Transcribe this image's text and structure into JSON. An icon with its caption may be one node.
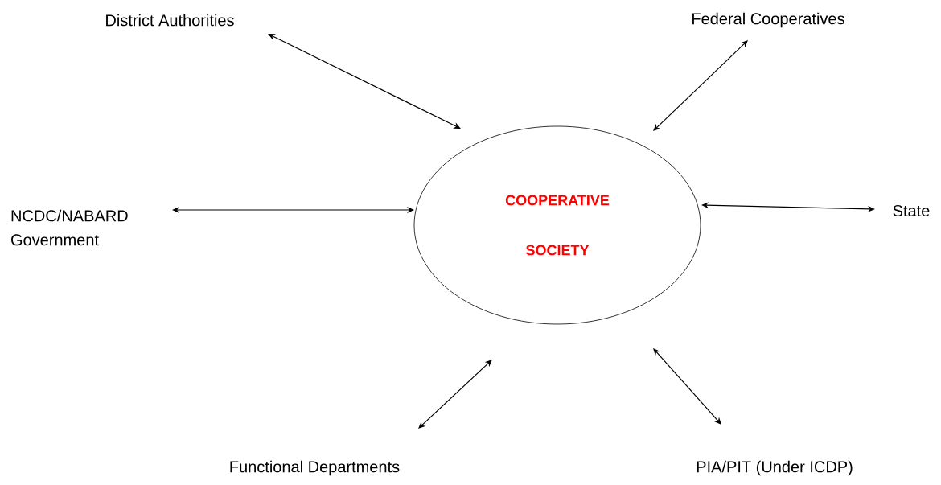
{
  "diagram": {
    "nodes": [
      {
        "text": [
          "COOPERATIVE SOCIETY"
        ]
      },
      {
        "text": [
          "District Authorities"
        ]
      },
      {
        "text": [
          "Federal Cooperatives"
        ]
      },
      {
        "text": [
          "NCDC/NABARD Government"
        ]
      },
      {
        "text": [
          "State"
        ]
      },
      {
        "text": [
          "Functional Departments"
        ]
      },
      {
        "text": [
          "PIA/PIT (Under ICDP)"
        ]
      }
    ],
    "edges": [
      {
        "from": 1,
        "to": 0,
        "arrow": "both"
      },
      {
        "from": 2,
        "to": 0,
        "arrow": "both"
      },
      {
        "from": 3,
        "to": 0,
        "arrow": "both"
      },
      {
        "from": 4,
        "to": 0,
        "arrow": "both"
      },
      {
        "from": 5,
        "to": 0,
        "arrow": "both"
      },
      {
        "from": 6,
        "to": 0,
        "arrow": "both"
      }
    ]
  }
}
